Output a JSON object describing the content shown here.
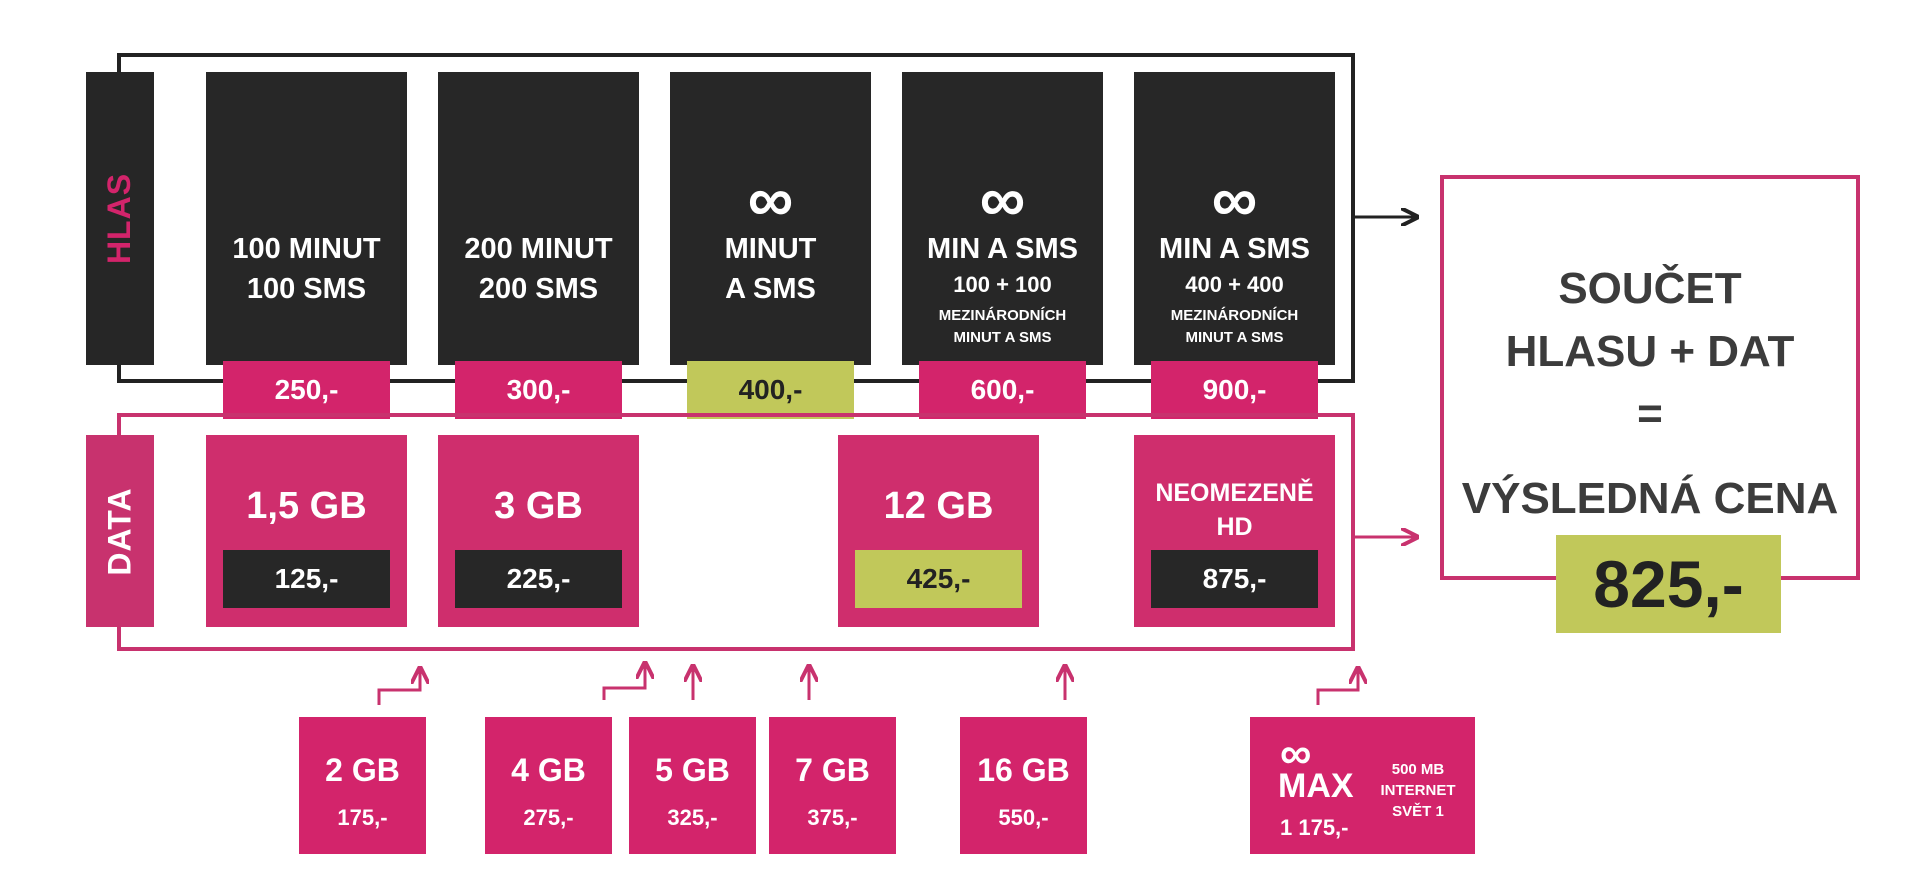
{
  "voice": {
    "label": "HLAS",
    "plans": [
      {
        "line1": "100 MINUT",
        "line2": "100 SMS",
        "price": "250,-",
        "highlight": false
      },
      {
        "line1": "200 MINUT",
        "line2": "200 SMS",
        "price": "300,-",
        "highlight": false
      },
      {
        "symbol": "∞",
        "line1": "MINUT",
        "line2": "A SMS",
        "price": "400,-",
        "highlight": true
      },
      {
        "symbol": "∞",
        "line1": "MIN A SMS",
        "intl": "100 + 100",
        "intl_note1": "MEZINÁRODNÍCH",
        "intl_note2": "MINUT A SMS",
        "price": "600,-",
        "highlight": false
      },
      {
        "symbol": "∞",
        "line1": "MIN A SMS",
        "intl": "400 + 400",
        "intl_note1": "MEZINÁRODNÍCH",
        "intl_note2": "MINUT A SMS",
        "price": "900,-",
        "highlight": false
      }
    ]
  },
  "data": {
    "label": "DATA",
    "plans": [
      {
        "name": "1,5 GB",
        "price": "125,-",
        "highlight": false
      },
      {
        "name": "3 GB",
        "price": "225,-",
        "highlight": false
      },
      {
        "name": "12 GB",
        "price": "425,-",
        "highlight": true
      },
      {
        "name1": "NEOMEZENĚ",
        "name2": "HD",
        "price": "875,-",
        "highlight": false
      }
    ],
    "extra_plans": [
      {
        "name": "2 GB",
        "price": "175,-"
      },
      {
        "name": "4 GB",
        "price": "275,-"
      },
      {
        "name": "5 GB",
        "price": "325,-"
      },
      {
        "name": "7 GB",
        "price": "375,-"
      },
      {
        "name": "16 GB",
        "price": "550,-"
      }
    ],
    "max_plan": {
      "symbol": "∞",
      "name": "MAX",
      "price": "1 175,-",
      "note1": "500 MB",
      "note2": "INTERNET",
      "note3": "SVĚT 1"
    }
  },
  "total": {
    "line1": "SOUČET",
    "line2": "HLASU + DAT",
    "line3": "=",
    "line4": "VÝSLEDNÁ CENA",
    "result": "825,-"
  },
  "colors": {
    "magenta": "#d3246b",
    "dark": "#272727",
    "lime": "#c1c85a"
  }
}
